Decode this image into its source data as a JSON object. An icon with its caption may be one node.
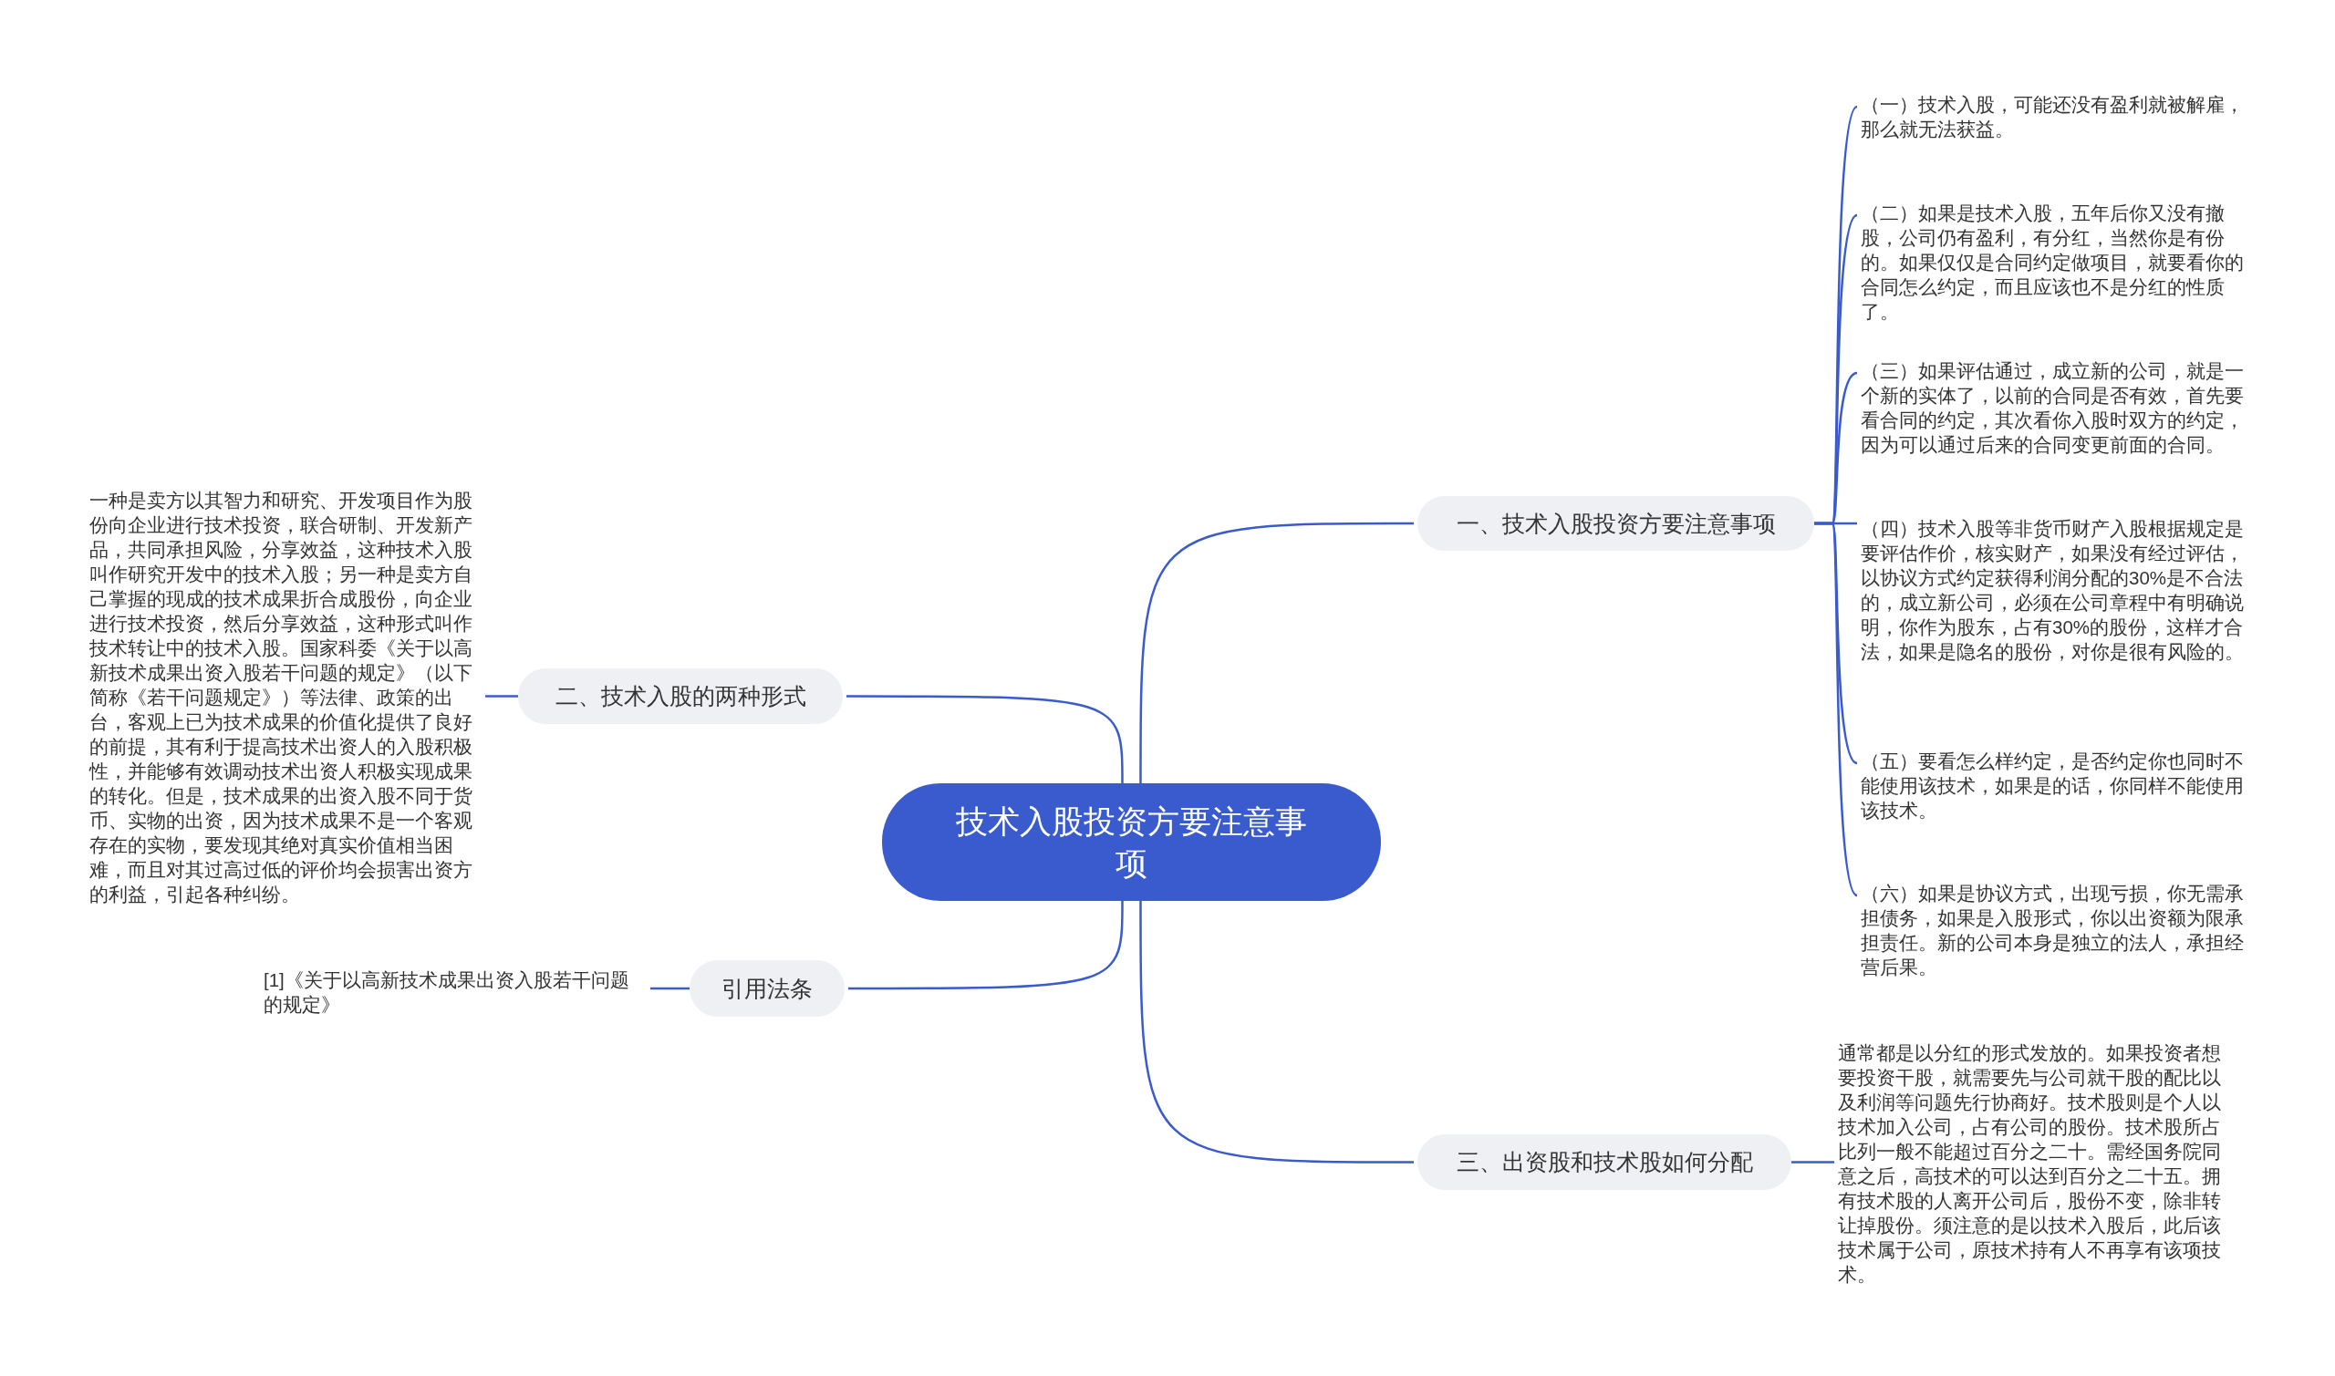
{
  "diagram": {
    "nodes": [
      {
        "text": [
          "技术入股投资方要注意事项"
        ]
      },
      {
        "text": [
          "一、技术入股投资方要注意事项"
        ]
      },
      {
        "text": [
          "（一）技术入股，可能还没有盈利就被解雇，那么就无法获益。"
        ]
      },
      {
        "text": [
          "（二）如果是技术入股，五年后你又没有撤股，公司仍有盈利，有分红，当然你是有份的。如果仅仅是合同约定做项目，就要看你的合同怎么约定，而且应该也不是分红的性质了。"
        ]
      },
      {
        "text": [
          "（三）如果评估通过，成立新的公司，就是一个新的实体了，以前的合同是否有效，首先要看合同的约定，其次看你入股时双方的约定，因为可以通过后来的合同变更前面的合同。"
        ]
      },
      {
        "text": [
          "（四）技术入股等非货币财产入股根据规定是要评估作价，核实财产，如果没有经过评估，以协议方式约定获得利润分配的30%是不合法的，成立新公司，必须在公司章程中有明确说明，你作为股东，占有30%的股份，这样才合法，如果是隐名的股份，对你是很有风险的。"
        ]
      },
      {
        "text": [
          "（五）要看怎么样约定，是否约定你也同时不能使用该技术，如果是的话，你同样不能使用该技术。"
        ]
      },
      {
        "text": [
          "（六）如果是协议方式，出现亏损，你无需承担债务，如果是入股形式，你以出资额为限承担责任。新的公司本身是独立的法人，承担经营后果。"
        ]
      },
      {
        "text": [
          "二、技术入股的两种形式"
        ]
      },
      {
        "text": [
          "一种是卖方以其智力和研究、开发项目作为股份向企业进行技术投资，联合研制、开发新产品，共同承担风险，分享效益，这种技术入股叫作研究开发中的技术入股；另一种是卖方自己掌握的现成的技术成果折合成股份，向企业进行技术投资，然后分享效益，这种形式叫作技术转让中的技术入股。国家科委《关于以高新技术成果出资入股若干问题的规定》（以下简称《若干问题规定》）等法律、政策的出台，客观上已为技术成果的价值化提供了良好的前提，其有利于提高技术出资人的入股积极性，并能够有效调动技术出资人积极实现成果的转化。但是，技术成果的出资入股不同于货币、实物的出资，因为技术成果不是一个客观存在的实物，要发现其绝对真实价值相当困难，而且对其过高过低的评价均会损害出资方的利益，引起各种纠纷。"
        ]
      },
      {
        "text": [
          "引用法条"
        ]
      },
      {
        "text": [
          "[1]《关于以高新技术成果出资入股若干问题的规定》"
        ]
      },
      {
        "text": [
          "三、出资股和技术股如何分配"
        ]
      },
      {
        "text": [
          "通常都是以分红的形式发放的。如果投资者想要投资干股，就需要先与公司就干股的配比以及利润等问题先行协商好。技术股则是个人以技术加入公司，占有公司的股份。技术股所占比列一般不能超过百分之二十。需经国务院同意之后，高技术的可以达到百分之二十五。拥有技术股的人离开公司后，股份不变，除非转让掉股份。须注意的是以技术入股后，此后该技术属于公司，原技术持有人不再享有该项技术。"
        ]
      }
    ],
    "edges": [
      {
        "from": 0,
        "to": 1,
        "arrow": "none"
      },
      {
        "from": 1,
        "to": 2,
        "arrow": "none"
      },
      {
        "from": 1,
        "to": 3,
        "arrow": "none"
      },
      {
        "from": 1,
        "to": 4,
        "arrow": "none"
      },
      {
        "from": 1,
        "to": 5,
        "arrow": "none"
      },
      {
        "from": 1,
        "to": 6,
        "arrow": "none"
      },
      {
        "from": 1,
        "to": 7,
        "arrow": "none"
      },
      {
        "from": 0,
        "to": 8,
        "arrow": "none"
      },
      {
        "from": 8,
        "to": 9,
        "arrow": "none"
      },
      {
        "from": 0,
        "to": 10,
        "arrow": "none"
      },
      {
        "from": 10,
        "to": 11,
        "arrow": "none"
      },
      {
        "from": 0,
        "to": 12,
        "arrow": "none"
      },
      {
        "from": 12,
        "to": 13,
        "arrow": "none"
      }
    ]
  }
}
